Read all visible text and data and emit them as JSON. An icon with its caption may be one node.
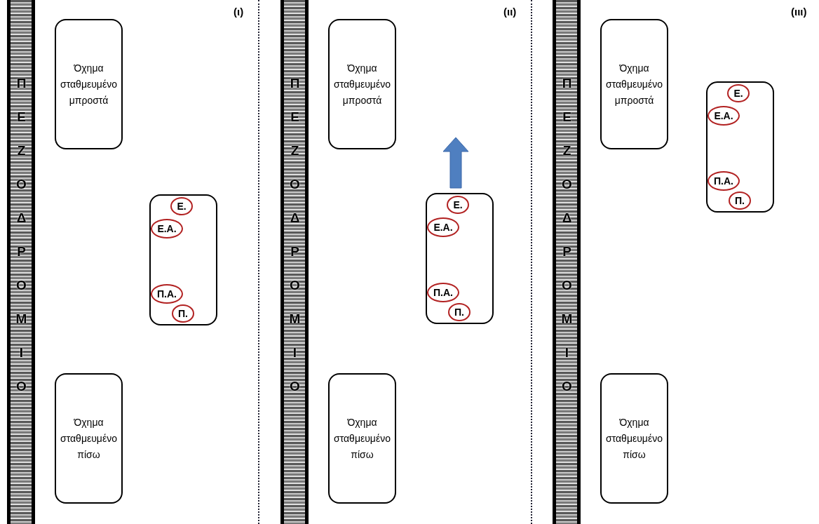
{
  "diagram": {
    "nodes": [
      {
        "text": [
          "ΠΕΖΟΔΡΟΜΙΟ"
        ]
      },
      {
        "text": [
          "Όχημα σταθμευμένο μπροστά"
        ]
      },
      {
        "text": [],
        "shape": "box"
      },
      {
        "text": [
          "Ε."
        ],
        "in": 2
      },
      {
        "text": [
          "Ε.Α."
        ],
        "in": 2
      },
      {
        "text": [
          "Π.Α."
        ],
        "in": 2
      },
      {
        "text": [
          "Π."
        ],
        "in": 2
      },
      {
        "text": [
          "Όχημα σταθμευμένο πίσω"
        ]
      },
      {
        "text": [
          "ΠΕΖΟΔΡΟΜΙΟ"
        ]
      },
      {
        "text": [
          "Όχημα σταθμευμένο μπροστά"
        ]
      },
      {
        "text": [],
        "shape": "box"
      },
      {
        "text": [
          "Ε."
        ],
        "in": 10
      },
      {
        "text": [
          "Ε.Α."
        ],
        "in": 10
      },
      {
        "text": [
          "Π.Α."
        ],
        "in": 10
      },
      {
        "text": [
          "Π."
        ],
        "in": 10
      },
      {
        "text": [
          "Όχημα σταθμευμένο πίσω"
        ]
      },
      {
        "text": [
          "ΠΕΖΟΔΡΟΜΙΟ"
        ]
      },
      {
        "text": [
          "Όχημα σταθμευμένο μπροστά"
        ]
      },
      {
        "text": [],
        "shape": "box"
      },
      {
        "text": [
          "Ε."
        ],
        "in": 18
      },
      {
        "text": [
          "Ε.Α."
        ],
        "in": 18
      },
      {
        "text": [
          "Π.Α."
        ],
        "in": 18
      },
      {
        "text": [
          "Π."
        ],
        "in": 18
      },
      {
        "text": [
          "Όχημα σταθμευμένο πίσω"
        ]
      }
    ],
    "edges": [],
    "labels": [
      "(ι)",
      "(ιι)",
      "(ιιι)"
    ]
  }
}
